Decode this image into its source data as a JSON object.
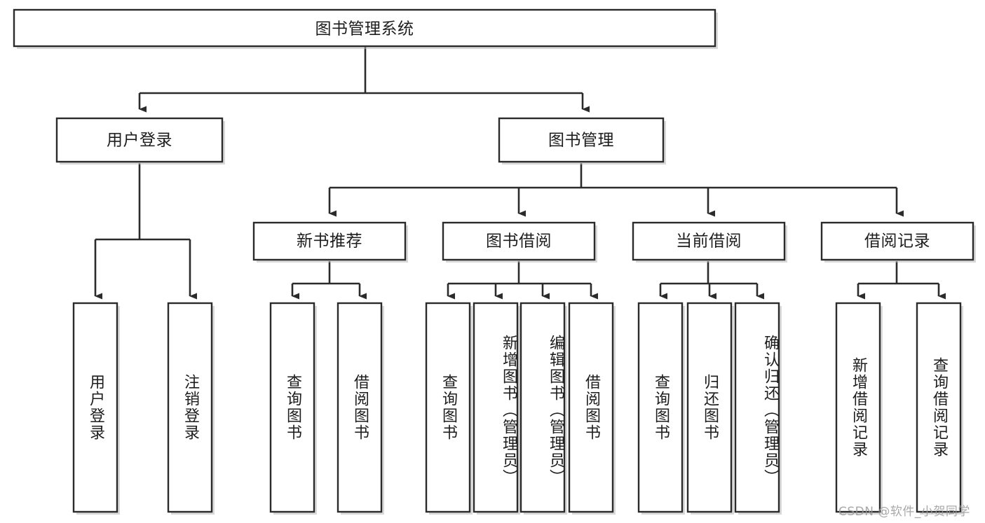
{
  "diagram": {
    "title": "图书管理系统",
    "watermark": "CSDN @软件_小贺同学",
    "colors": {
      "background": "#ffffff",
      "box_stroke": "#2b2b2b",
      "box_fill": "#ffffff",
      "connector": "#2b2b2b",
      "text": "#1d1d1d",
      "watermark": "#9a9a9a"
    },
    "root": {
      "label": "图书管理系统"
    },
    "level2": [
      {
        "id": "user-login",
        "label": "用户登录"
      },
      {
        "id": "book-manage",
        "label": "图书管理"
      }
    ],
    "level3": [
      {
        "id": "new-book-recommend",
        "label": "新书推荐",
        "parent": "book-manage"
      },
      {
        "id": "book-borrow",
        "label": "图书借阅",
        "parent": "book-manage"
      },
      {
        "id": "current-borrow",
        "label": "当前借阅",
        "parent": "book-manage"
      },
      {
        "id": "borrow-record",
        "label": "借阅记录",
        "parent": "book-manage"
      }
    ],
    "leaves": [
      {
        "id": "leaf-user-login",
        "label": "用户登录",
        "parent": "user-login"
      },
      {
        "id": "leaf-logout-login",
        "label": "注销登录",
        "parent": "user-login"
      },
      {
        "id": "leaf-query-book-1",
        "label": "查询图书",
        "parent": "new-book-recommend"
      },
      {
        "id": "leaf-borrow-book-1",
        "label": "借阅图书",
        "parent": "new-book-recommend"
      },
      {
        "id": "leaf-query-book-2",
        "label": "查询图书",
        "parent": "book-borrow"
      },
      {
        "id": "leaf-add-book",
        "label": "新增图书（管理员）",
        "parent": "book-borrow"
      },
      {
        "id": "leaf-edit-book",
        "label": "编辑图书（管理员）",
        "parent": "book-borrow"
      },
      {
        "id": "leaf-borrow-book-2",
        "label": "借阅图书",
        "parent": "book-borrow"
      },
      {
        "id": "leaf-query-book-3",
        "label": "查询图书",
        "parent": "current-borrow"
      },
      {
        "id": "leaf-return-book",
        "label": "归还图书",
        "parent": "current-borrow"
      },
      {
        "id": "leaf-confirm-return",
        "label": "确认归还（管理员）",
        "parent": "current-borrow"
      },
      {
        "id": "leaf-add-record",
        "label": "新增借阅记录",
        "parent": "borrow-record"
      },
      {
        "id": "leaf-query-record",
        "label": "查询借阅记录",
        "parent": "borrow-record"
      }
    ]
  },
  "chart_data": {
    "type": "tree-diagram",
    "title": "图书管理系统",
    "orientation": "top-down",
    "levels": 4,
    "nodes": [
      {
        "level": 1,
        "label": "图书管理系统",
        "children": [
          "用户登录",
          "图书管理"
        ]
      },
      {
        "level": 2,
        "label": "用户登录",
        "children": [
          "用户登录",
          "注销登录"
        ]
      },
      {
        "level": 2,
        "label": "图书管理",
        "children": [
          "新书推荐",
          "图书借阅",
          "当前借阅",
          "借阅记录"
        ]
      },
      {
        "level": 3,
        "label": "新书推荐",
        "children": [
          "查询图书",
          "借阅图书"
        ]
      },
      {
        "level": 3,
        "label": "图书借阅",
        "children": [
          "查询图书",
          "新增图书（管理员）",
          "编辑图书（管理员）",
          "借阅图书"
        ]
      },
      {
        "level": 3,
        "label": "当前借阅",
        "children": [
          "查询图书",
          "归还图书",
          "确认归还（管理员）"
        ]
      },
      {
        "level": 3,
        "label": "借阅记录",
        "children": [
          "新增借阅记录",
          "查询借阅记录"
        ]
      }
    ]
  }
}
